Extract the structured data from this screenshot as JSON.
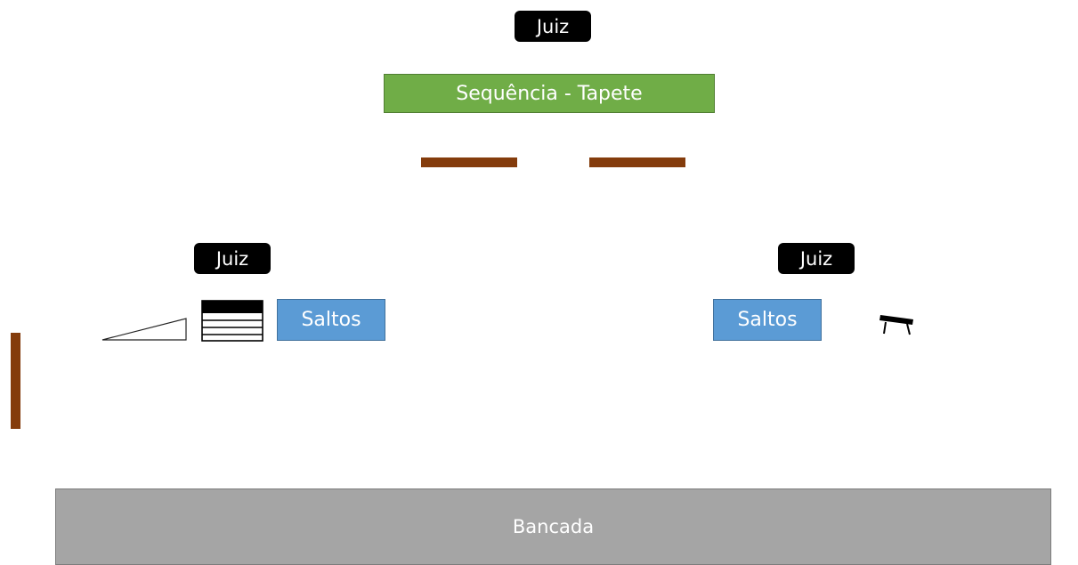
{
  "judges": {
    "top": "Juiz",
    "left": "Juiz",
    "right": "Juiz"
  },
  "floor_sequence": {
    "label": "Sequência - Tapete"
  },
  "jumps": {
    "left": "Saltos",
    "right": "Saltos"
  },
  "stand": {
    "label": "Bancada"
  },
  "colors": {
    "judge": "#000000",
    "mat": "#70ad47",
    "jump": "#5b9bd5",
    "stand": "#a5a5a5",
    "beam_bar": "#843c0c"
  },
  "icons": {
    "ramp": "ramp-icon",
    "vault_box": "vaulting-box-icon",
    "bench": "balance-bench-icon"
  }
}
